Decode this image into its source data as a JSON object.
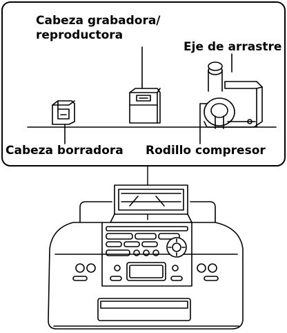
{
  "labels": {
    "record_play_head_line1": "Cabeza grabadora/",
    "record_play_head_line2": "reproductora",
    "capstan": "Eje de arrastre",
    "erase_head": "Cabeza borradora",
    "pinch_roller": "Rodillo compresor"
  },
  "colors": {
    "line": "#000000",
    "background": "#ffffff"
  }
}
